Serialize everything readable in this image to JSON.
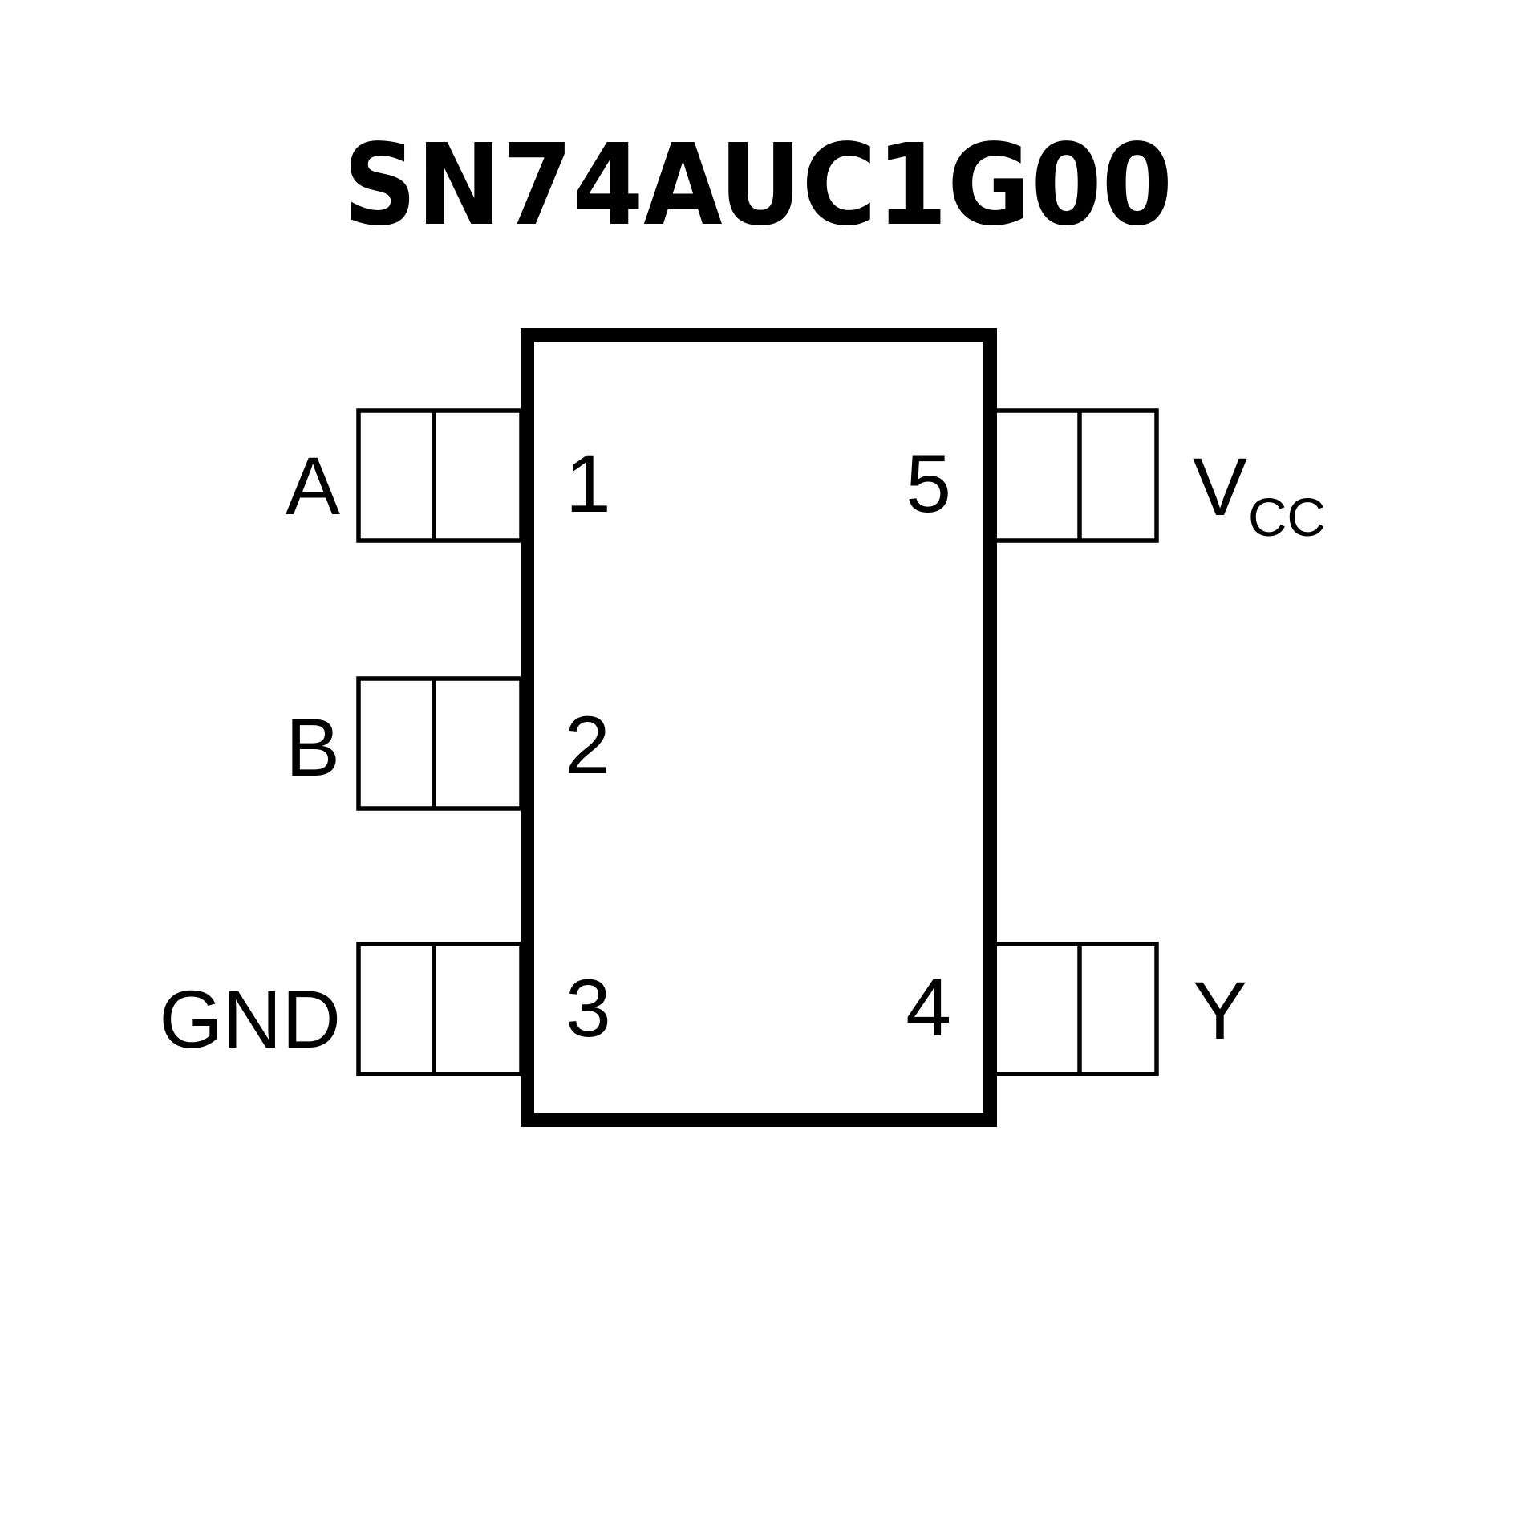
{
  "diagram": {
    "title": "SN74AUC1G00",
    "package_type": "5-pin IC pinout",
    "pins": [
      {
        "number": "1",
        "name": "A",
        "side": "left"
      },
      {
        "number": "2",
        "name": "B",
        "side": "left"
      },
      {
        "number": "3",
        "name": "GND",
        "side": "left"
      },
      {
        "number": "4",
        "name": "Y",
        "side": "right"
      },
      {
        "number": "5",
        "name": "V",
        "name_subscript": "CC",
        "side": "right"
      }
    ],
    "colors": {
      "stroke": "#000000",
      "background": "#ffffff"
    }
  }
}
